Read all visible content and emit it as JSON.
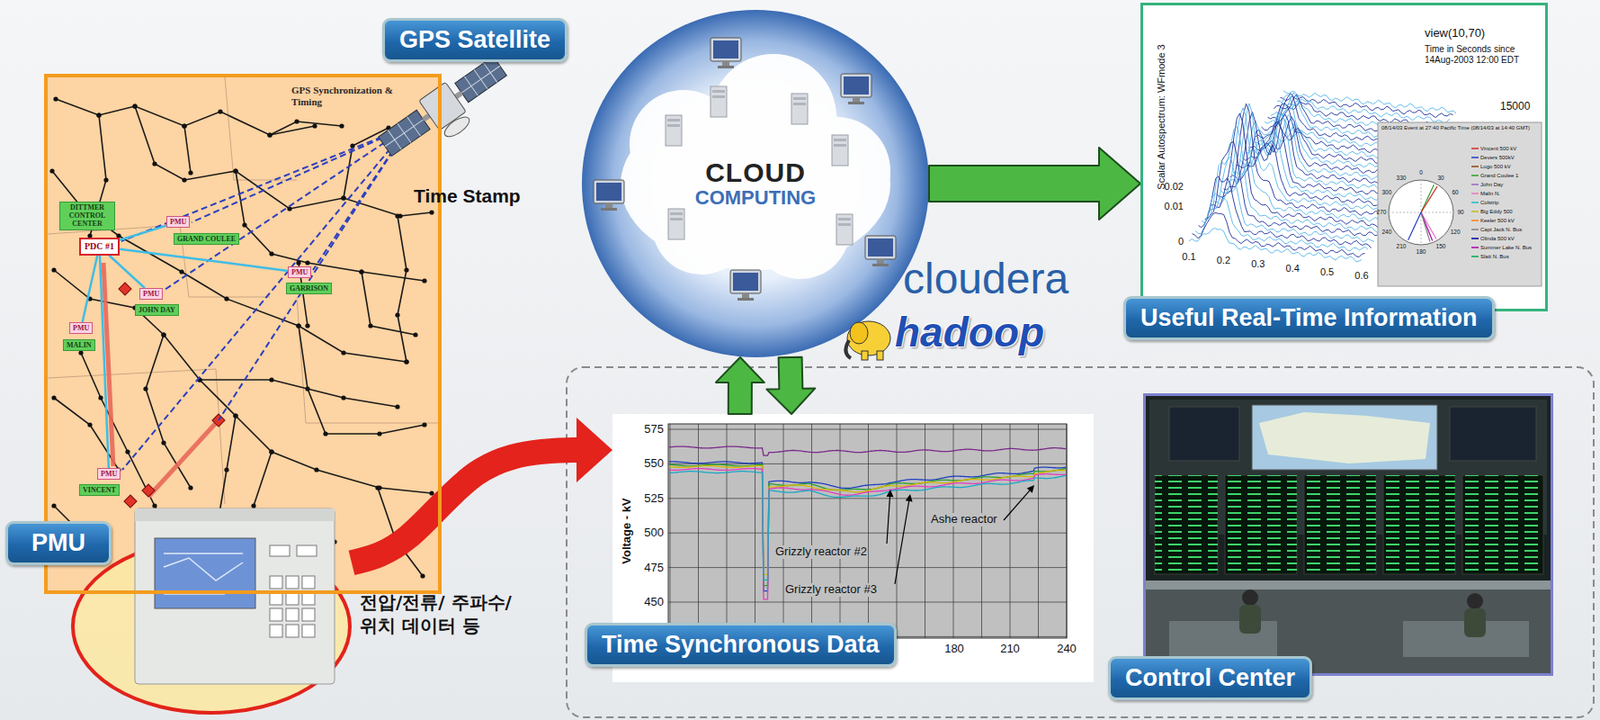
{
  "diagram": {
    "nodes": [
      {
        "text": [
          "GPS Synchronization & Timing"
        ]
      },
      {
        "text": [
          "DITTMER CONTROL CENTER"
        ],
        "in": 0
      },
      {
        "text": [
          "PDC #1"
        ],
        "in": 0
      },
      {
        "text": [
          "PMU"
        ],
        "in": 0
      },
      {
        "text": [
          "GRAND COULEE"
        ],
        "in": 0
      },
      {
        "text": [
          "PMU"
        ],
        "in": 0
      },
      {
        "text": [
          "GARRISON"
        ],
        "in": 0
      },
      {
        "text": [
          "PMU"
        ],
        "in": 0
      },
      {
        "text": [
          "JOHN DAY"
        ],
        "in": 0
      },
      {
        "text": [
          "PMU"
        ],
        "in": 0
      },
      {
        "text": [
          "MALIN"
        ],
        "in": 0
      },
      {
        "text": [
          "PMU"
        ],
        "in": 0
      },
      {
        "text": [
          "VINCENT"
        ],
        "in": 0
      },
      {
        "text": [
          "GPS Satellite"
        ]
      },
      {
        "text": [
          "CLOUD",
          "COMPUTING"
        ]
      },
      {
        "text": [
          "Useful Real-Time Information"
        ]
      },
      {
        "text": [
          "PMU"
        ]
      },
      {
        "text": [
          "Time Synchronous Data"
        ]
      },
      {
        "text": [
          "Control Center"
        ]
      }
    ],
    "edges": [
      {
        "from": 2,
        "to": 3,
        "arrow": "none"
      },
      {
        "from": 2,
        "to": 5,
        "arrow": "none"
      },
      {
        "from": 2,
        "to": 7,
        "arrow": "none"
      },
      {
        "from": 2,
        "to": 9,
        "arrow": "none"
      },
      {
        "from": 2,
        "to": 11,
        "arrow": "none"
      },
      {
        "from": 14,
        "to": 15,
        "arrow": "to"
      },
      {
        "from": 17,
        "to": 14,
        "arrow": "to"
      },
      {
        "from": 14,
        "to": 17,
        "arrow": "to"
      },
      {
        "from": 16,
        "to": 17,
        "arrow": "to"
      }
    ],
    "labels": [
      "Time Stamp",
      "전압/전류/ 주파수/ 위치 데이터 등",
      "cloudera",
      "hadoop",
      "view(10,70)",
      "Time in Seconds since 14Aug-2003 12:00 EDT",
      "15000",
      "Scalar Autospectrum: WFmode 3",
      "0.02",
      "0.01",
      "0",
      "0.1",
      "0.2",
      "0.3",
      "0.4",
      "0.5",
      "0.6",
      "08/14/03 Event at 27:40 Pacific Time (08/14/03 at 14:40 GMT)",
      "0",
      "30",
      "60",
      "90",
      "120",
      "150",
      "180",
      "210",
      "240",
      "270",
      "300",
      "330",
      "575",
      "550",
      "525",
      "500",
      "475",
      "450",
      "Voltage - kV",
      "180",
      "210",
      "240",
      "Grizzly reactor #2",
      "Grizzly reactor #3",
      "Ashe reactor"
    ],
    "legend": [
      {
        "text": "Vincent 500 kV"
      },
      {
        "text": "Devers 500kV"
      },
      {
        "text": "Lugo 500 kV"
      },
      {
        "text": "Grand Coulee 1"
      },
      {
        "text": "John Day"
      },
      {
        "text": "Malin N."
      },
      {
        "text": "Colstrip"
      },
      {
        "text": "Big Eddy 500"
      },
      {
        "text": "Keeler 500 kV"
      },
      {
        "text": "Capt Jack N. Bus"
      },
      {
        "text": "Olinda 500 kV"
      },
      {
        "text": "Summer Lake N. Bus"
      },
      {
        "text": "Slatt N. Bus"
      }
    ]
  }
}
